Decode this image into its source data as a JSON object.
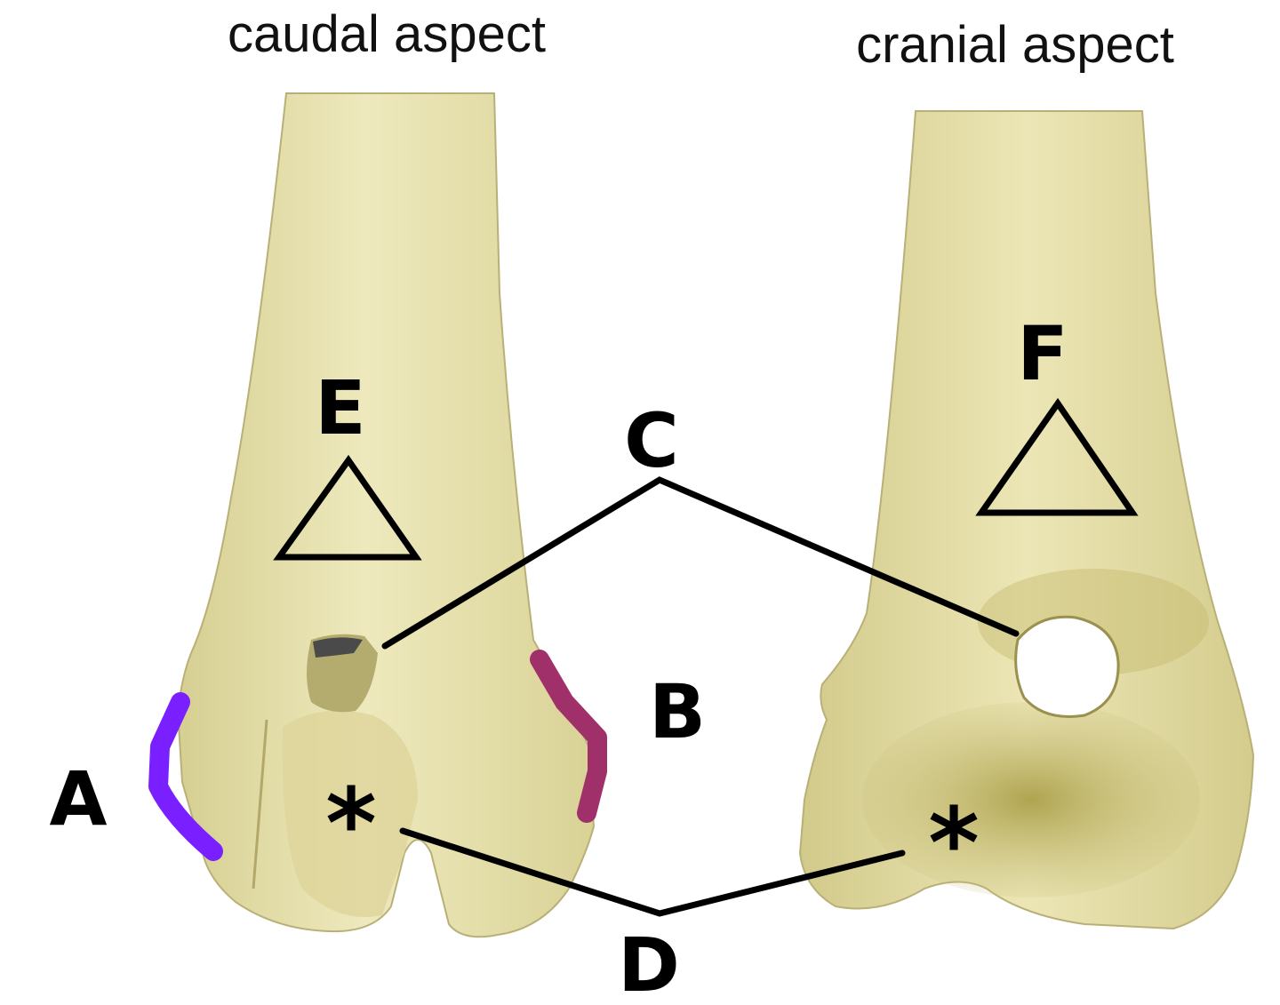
{
  "titles": {
    "caudal": "caudal aspect",
    "cranial": "cranial aspect"
  },
  "labels": {
    "a": "A",
    "b": "B",
    "c": "C",
    "d": "D",
    "e": "E",
    "f": "F",
    "star_left": "*",
    "star_right": "*"
  },
  "colors": {
    "bone": "#e8e2ac",
    "bone_shadow": "#c8c07a",
    "fossa_shade": "#b8ac52",
    "highlight_a": "#7a1fff",
    "highlight_b": "#a0306a",
    "ink": "#000000",
    "background": "#ffffff"
  }
}
